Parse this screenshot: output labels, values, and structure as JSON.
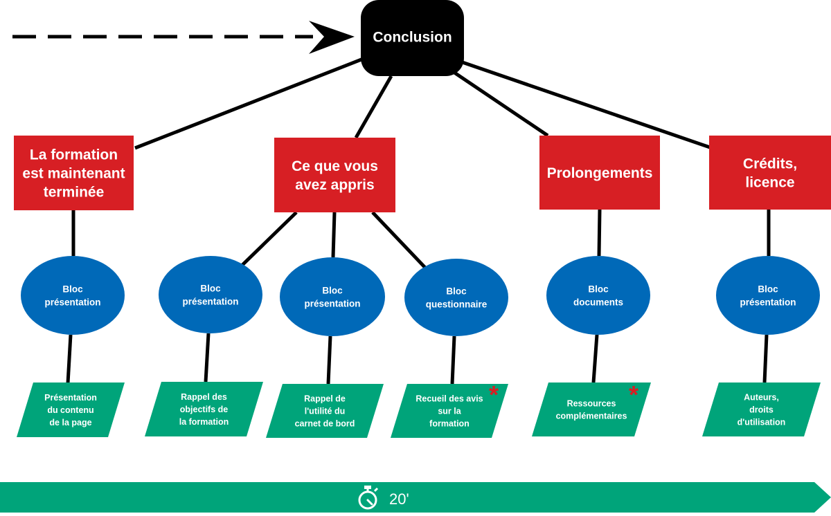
{
  "colors": {
    "root": "#000000",
    "section": "#d71f24",
    "bloc": "#0069b8",
    "activity": "#00a47a",
    "marker": "#d71f24",
    "line": "#000000",
    "text_light": "#ffffff"
  },
  "root": {
    "label": "Conclusion"
  },
  "sections": [
    {
      "id": "s1",
      "lines": [
        "La formation",
        "est maintenant",
        "terminée"
      ]
    },
    {
      "id": "s2",
      "lines": [
        "Ce que vous",
        "avez appris"
      ]
    },
    {
      "id": "s3",
      "lines": [
        "Prolongements"
      ]
    },
    {
      "id": "s4",
      "lines": [
        "Crédits,",
        "licence"
      ]
    }
  ],
  "blocs": [
    {
      "id": "b1",
      "section": "s1",
      "lines": [
        "Bloc",
        "présentation"
      ]
    },
    {
      "id": "b2",
      "section": "s2",
      "lines": [
        "Bloc",
        "présentation"
      ]
    },
    {
      "id": "b3",
      "section": "s2",
      "lines": [
        "Bloc",
        "présentation"
      ]
    },
    {
      "id": "b4",
      "section": "s2",
      "lines": [
        "Bloc",
        "questionnaire"
      ]
    },
    {
      "id": "b5",
      "section": "s3",
      "lines": [
        "Bloc",
        "documents"
      ]
    },
    {
      "id": "b6",
      "section": "s4",
      "lines": [
        "Bloc",
        "présentation"
      ]
    }
  ],
  "activities": [
    {
      "id": "a1",
      "bloc": "b1",
      "lines": [
        "Présentation",
        "du contenu",
        "de la page"
      ],
      "marked": false
    },
    {
      "id": "a2",
      "bloc": "b2",
      "lines": [
        "Rappel des",
        "objectifs de",
        "la formation"
      ],
      "marked": false
    },
    {
      "id": "a3",
      "bloc": "b3",
      "lines": [
        "Rappel de",
        "l'utilité du",
        "carnet de bord"
      ],
      "marked": false
    },
    {
      "id": "a4",
      "bloc": "b4",
      "lines": [
        "Recueil des avis",
        "sur la",
        "formation"
      ],
      "marked": true
    },
    {
      "id": "a5",
      "bloc": "b5",
      "lines": [
        "Ressources",
        "complémentaires"
      ],
      "marked": true
    },
    {
      "id": "a6",
      "bloc": "b6",
      "lines": [
        "Auteurs,",
        "droits",
        "d'utilisation"
      ],
      "marked": false
    }
  ],
  "marker_symbol": "*",
  "timeline": {
    "duration": "20'",
    "icon": "stopwatch-icon"
  }
}
